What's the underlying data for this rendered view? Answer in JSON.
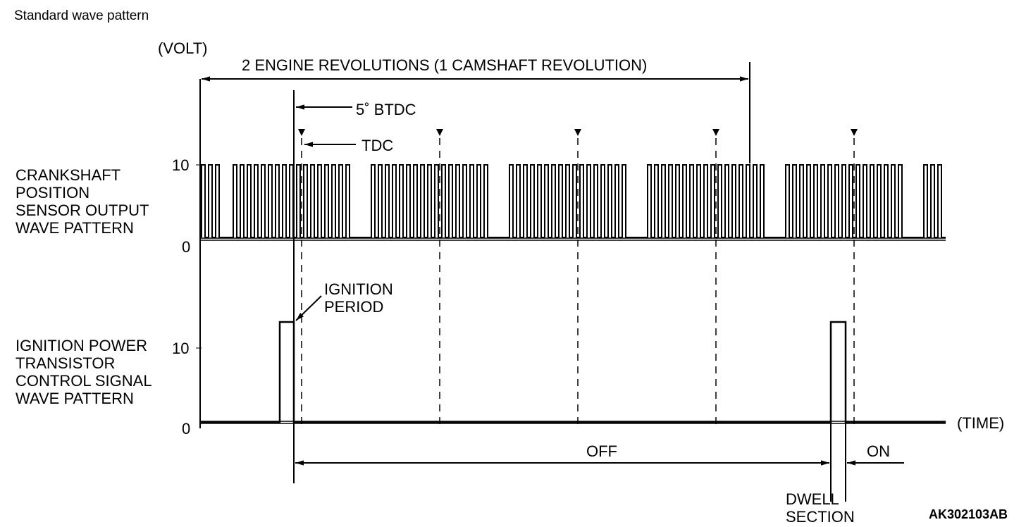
{
  "title": "Standard wave pattern",
  "y_unit": "(VOLT)",
  "x_unit": "(TIME)",
  "revolutions_label": "2 ENGINE REVOLUTIONS (1 CAMSHAFT REVOLUTION)",
  "btdc_label": "5˚ BTDC",
  "tdc_label": "TDC",
  "crank": {
    "label": [
      "CRANKSHAFT",
      "POSITION",
      "SENSOR OUTPUT",
      "WAVE PATTERN"
    ],
    "tick_high": "10",
    "tick_low": "0"
  },
  "ignition": {
    "label": [
      "IGNITION POWER",
      "TRANSISTOR",
      "CONTROL SIGNAL",
      "WAVE PATTERN"
    ],
    "tick_high": "10",
    "tick_low": "0"
  },
  "ignition_period_label": [
    "IGNITION",
    "PERIOD"
  ],
  "off_label": "OFF",
  "on_label": "ON",
  "dwell_label": [
    "DWELL",
    "SECTION"
  ],
  "figure_id": "AK302103AB"
}
